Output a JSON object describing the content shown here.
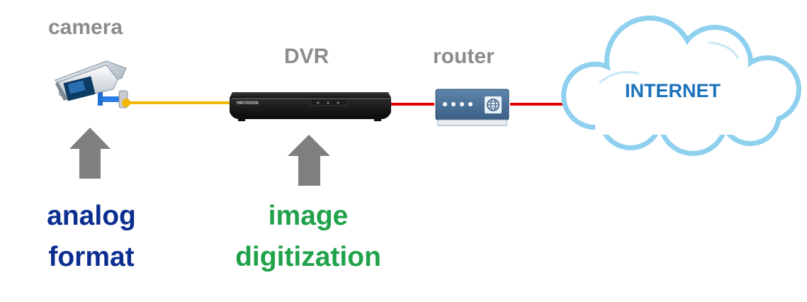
{
  "labels": {
    "camera": "camera",
    "dvr": "DVR",
    "router": "router",
    "internet": "INTERNET",
    "dvr_brand": "HIKVISION"
  },
  "captions": {
    "analog": [
      "analog",
      "format"
    ],
    "digitization": [
      "image",
      "digitization"
    ]
  },
  "colors": {
    "analog_cable": "#f2b705",
    "network_cable": "#e00000",
    "arrow": "#7f7f7f",
    "label_gray": "#8c8c8c",
    "analog_caption": "#0b2e8f",
    "digitization_caption": "#1fa24a",
    "internet_text": "#1a72bb",
    "cloud_outline": "#8ed0ee"
  },
  "icons": {
    "camera": "cctv-camera-icon",
    "dvr": "dvr-recorder-icon",
    "router": "router-icon",
    "cloud": "internet-cloud-icon",
    "arrows": "up-arrow-icon"
  }
}
